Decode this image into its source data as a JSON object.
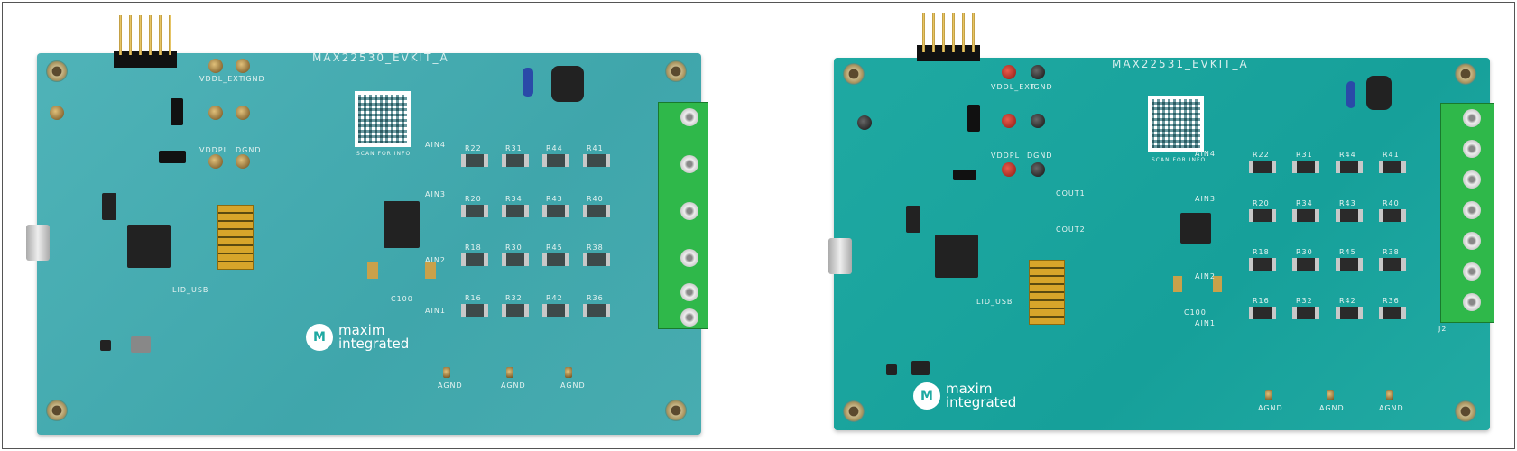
{
  "boards": [
    {
      "title": "MAX22530_EVKIT_A",
      "logo": {
        "brand_line1": "maxim",
        "brand_line2": "integrated",
        "mark": "M"
      },
      "labels": {
        "ain4": "AIN4",
        "ain3": "AIN3",
        "ain2": "AIN2",
        "ain1": "AIN1",
        "vddl_ext": "VDDL_EXT",
        "ignd": "IGND",
        "vddpl": "VDDPL",
        "dgnd": "DGND",
        "agnd": "AGND",
        "c100": "C100",
        "lid_usb": "LID_USB",
        "scan": "SCAN FOR INFO"
      },
      "resistor_labels": [
        "R22",
        "R31",
        "R44",
        "R41",
        "R20",
        "R34",
        "R43",
        "R40",
        "R18",
        "R30",
        "R45",
        "R38",
        "R16",
        "R32",
        "R42",
        "R36"
      ],
      "pcb_color": "#45aeb2"
    },
    {
      "title": "MAX22531_EVKIT_A",
      "logo": {
        "brand_line1": "maxim",
        "brand_line2": "integrated",
        "mark": "M"
      },
      "labels": {
        "ain4": "AIN4",
        "ain3": "AIN3",
        "ain2": "AIN2",
        "ain1": "AIN1",
        "vddl_ext": "VDDL_EXT",
        "ignd": "IGND",
        "vddpl": "VDDPL",
        "dgnd": "DGND",
        "agnd": "AGND",
        "c100": "C100",
        "lid_usb": "LID_USB",
        "cout1": "COUT1",
        "cout2": "COUT2",
        "j2": "J2",
        "scan": "SCAN FOR INFO"
      },
      "resistor_labels": [
        "R22",
        "R31",
        "R44",
        "R41",
        "R20",
        "R34",
        "R43",
        "R40",
        "R18",
        "R30",
        "R45",
        "R38",
        "R16",
        "R32",
        "R42",
        "R36"
      ],
      "pcb_color": "#1aa59e"
    }
  ]
}
